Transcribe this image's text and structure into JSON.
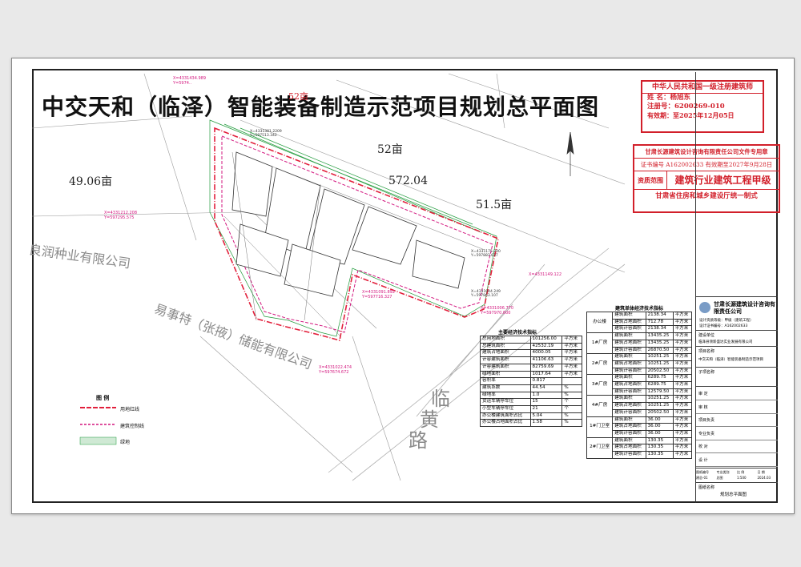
{
  "title": "中交天和（临泽）智能装备制造示范项目规划总平面图",
  "plot_labels": {
    "acre_52": "52亩",
    "acre_572": "572.04",
    "acre_49": "49.06亩",
    "acre_51_5": "51.5亩",
    "acre_52_top": "52亩"
  },
  "roads": {
    "linhuang_road_1": "临",
    "linhuang_road_2": "黄",
    "linhuang_road_3": "路"
  },
  "companies": {
    "runtian": "良润种业有限公司",
    "yishit": "易事特（张掖）储能有限公司"
  },
  "coords": [
    "X=4331434.989\nY=5974..",
    "X=4331212.208\nY=597295.575",
    "X=4331381.2209\nY=597513.342",
    "X=4331175.200\nY=597883.637",
    "X=4331149.122",
    "X=4331091.892\nY=597716.327",
    "X=4331044.249\nY=597863.107",
    "X=4331022.474\nY=597674.672",
    "X=4331006.770\nY=597970.600"
  ],
  "legend": {
    "title": "图  例",
    "items": [
      "用地红线",
      "建筑控制线",
      "绿地"
    ]
  },
  "main_table": {
    "caption": "主要经济技术指标",
    "rows": [
      [
        "总用地面积",
        "101256.00",
        "平方米"
      ],
      [
        "总建筑面积",
        "42532.19",
        "平方米"
      ],
      [
        "建筑占地面积",
        "4000.05",
        "平方米"
      ],
      [
        "计容建筑面积",
        "41106.63",
        "平方米"
      ],
      [
        "计容建筑面积",
        "82759.69",
        "平方米"
      ],
      [
        "绿地面积",
        "1017.64",
        "平方米"
      ],
      [
        "容积率",
        "0.817",
        ""
      ],
      [
        "建筑系数",
        "44.54",
        "%"
      ],
      [
        "绿地率",
        "1.0",
        "%"
      ],
      [
        "货运车辆停车位",
        "15",
        "个"
      ],
      [
        "小型车辆停车位",
        "21",
        "个"
      ],
      [
        "办公楼建筑面积占比",
        "5.04",
        "%"
      ],
      [
        "办公楼占地面积占比",
        "1.58",
        "%"
      ]
    ]
  },
  "building_table": {
    "caption": "建筑单体经济技术指标",
    "groups": [
      {
        "name": "办公楼",
        "rows": [
          [
            "建筑面积",
            "2138.34",
            "平方米"
          ],
          [
            "建筑占地面积",
            "712.78",
            "平方米"
          ],
          [
            "建筑计容面积",
            "2138.34",
            "平方米"
          ]
        ]
      },
      {
        "name": "1#厂房",
        "rows": [
          [
            "建筑面积",
            "13435.25",
            "平方米"
          ],
          [
            "建筑占地面积",
            "13435.25",
            "平方米"
          ],
          [
            "建筑计容面积",
            "26870.50",
            "平方米"
          ]
        ]
      },
      {
        "name": "2#厂房",
        "rows": [
          [
            "建筑面积",
            "10251.25",
            "平方米"
          ],
          [
            "建筑占地面积",
            "10251.25",
            "平方米"
          ],
          [
            "建筑计容面积",
            "20502.50",
            "平方米"
          ]
        ]
      },
      {
        "name": "3#厂房",
        "rows": [
          [
            "建筑面积",
            "6289.75",
            "平方米"
          ],
          [
            "建筑占地面积",
            "6289.75",
            "平方米"
          ],
          [
            "建筑计容面积",
            "12579.50",
            "平方米"
          ]
        ]
      },
      {
        "name": "4#厂房",
        "rows": [
          [
            "建筑面积",
            "10251.25",
            "平方米"
          ],
          [
            "建筑占地面积",
            "10251.25",
            "平方米"
          ],
          [
            "建筑计容面积",
            "20502.50",
            "平方米"
          ]
        ]
      },
      {
        "name": "1#门卫室",
        "rows": [
          [
            "建筑面积",
            "36.00",
            "平方米"
          ],
          [
            "建筑占地面积",
            "36.00",
            "平方米"
          ],
          [
            "建筑计容面积",
            "36.00",
            "平方米"
          ]
        ]
      },
      {
        "name": "2#门卫室",
        "rows": [
          [
            "建筑面积",
            "130.35",
            "平方米"
          ],
          [
            "建筑占地面积",
            "130.35",
            "平方米"
          ],
          [
            "建筑计容面积",
            "130.35",
            "平方米"
          ]
        ]
      }
    ]
  },
  "stamps": {
    "architect_title": "中华人民共和国一级注册建筑师",
    "architect_name": "姓 名：杨旭东",
    "architect_reg": "注册号：6200269-010",
    "architect_valid": "有效期：至2025年12月05日",
    "company_seal_title": "甘肃长源建筑设计咨询有限责任公司文件专用章",
    "cert_no": "证书编号 A162002633 有效期至2027年9月28日",
    "qualification_label": "资质范围",
    "qualification": "建筑行业建筑工程甲级",
    "issuer": "甘肃省住房和城乡建设厅统一制式"
  },
  "title_block": {
    "company": "甘肃长源建筑设计咨询有限责任公司",
    "qualification": "设计资质等级：甲级（建筑工程）",
    "cert": "设计证书编号：A162002633",
    "client_label": "建设单位",
    "client": "临泽县领新盛达实业发展有限公司",
    "project_label": "项目名称",
    "project": "中交天和（临泽）智能装备制造示范项目",
    "sub_label": "子项名称",
    "drawing_label": "图纸名称",
    "drawing_name": "规划总平面图",
    "sign_rows": [
      "审 定",
      "审 核",
      "项目负责",
      "专业负责",
      "校 对",
      "设 计"
    ],
    "info_rows": [
      [
        "图纸编号",
        "建总-01"
      ],
      [
        "专业类别",
        "总图"
      ],
      [
        "比 例",
        "1:500"
      ],
      [
        "日 期",
        "2024.03"
      ]
    ]
  }
}
